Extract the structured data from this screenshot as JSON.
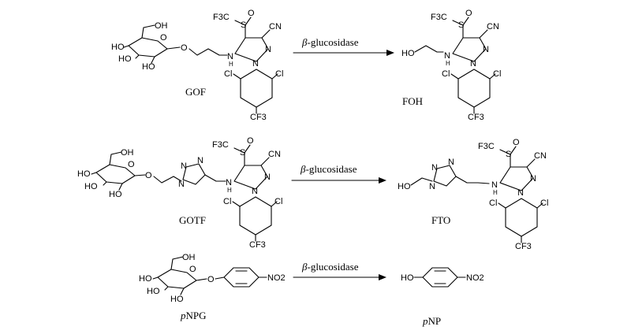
{
  "reactions": [
    {
      "substrate": {
        "name": "GOF"
      },
      "enzyme": {
        "greek": "β",
        "name": "-glucosidase"
      },
      "product": {
        "name": "FOH"
      }
    },
    {
      "substrate": {
        "name": "GOTF"
      },
      "enzyme": {
        "greek": "β",
        "name": "-glucosidase"
      },
      "product": {
        "name": "FTO"
      }
    },
    {
      "substrate": {
        "name_prefix": "p",
        "name": "NPG"
      },
      "enzyme": {
        "greek": "β",
        "name": "-glucosidase"
      },
      "product": {
        "name_prefix": "p",
        "name": "NP"
      }
    }
  ],
  "atoms": {
    "cf3": "F3C",
    "sulfinyl_s": "S",
    "sulfinyl_o": "O",
    "cyano": "CN",
    "amine": "N",
    "amine_h": "H",
    "ring_n": "N",
    "chloro": "Cl",
    "cf3_para": "CF3",
    "hydroxyl": "OH",
    "ho": "HO",
    "ho_prefix": "HO",
    "glycosidic_o": "O",
    "ring_o": "O",
    "nitro": "NO2"
  }
}
